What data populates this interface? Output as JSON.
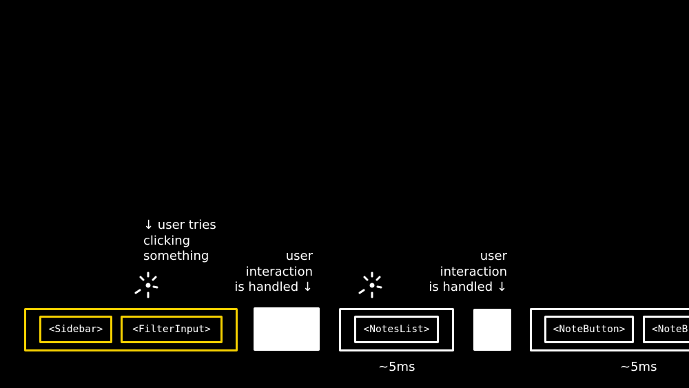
{
  "annotations": {
    "user_tries": [
      "↓ user tries",
      "clicking",
      "something"
    ],
    "handled_1": [
      "user",
      "interaction",
      "is handled ↓"
    ],
    "handled_2": [
      "user",
      "interaction",
      "is handled ↓"
    ]
  },
  "components": {
    "group1": [
      "<Sidebar>",
      "<FilterInput>"
    ],
    "group2": [
      "<NotesList>"
    ],
    "group3": [
      "<NoteButton>",
      "<NoteB"
    ]
  },
  "durations": {
    "d1": "~5ms",
    "d2": "~5ms"
  },
  "colors": {
    "background": "#000000",
    "active": "#f5d000",
    "idle": "#ffffff"
  },
  "icons": {
    "click": "click-spark-icon"
  }
}
